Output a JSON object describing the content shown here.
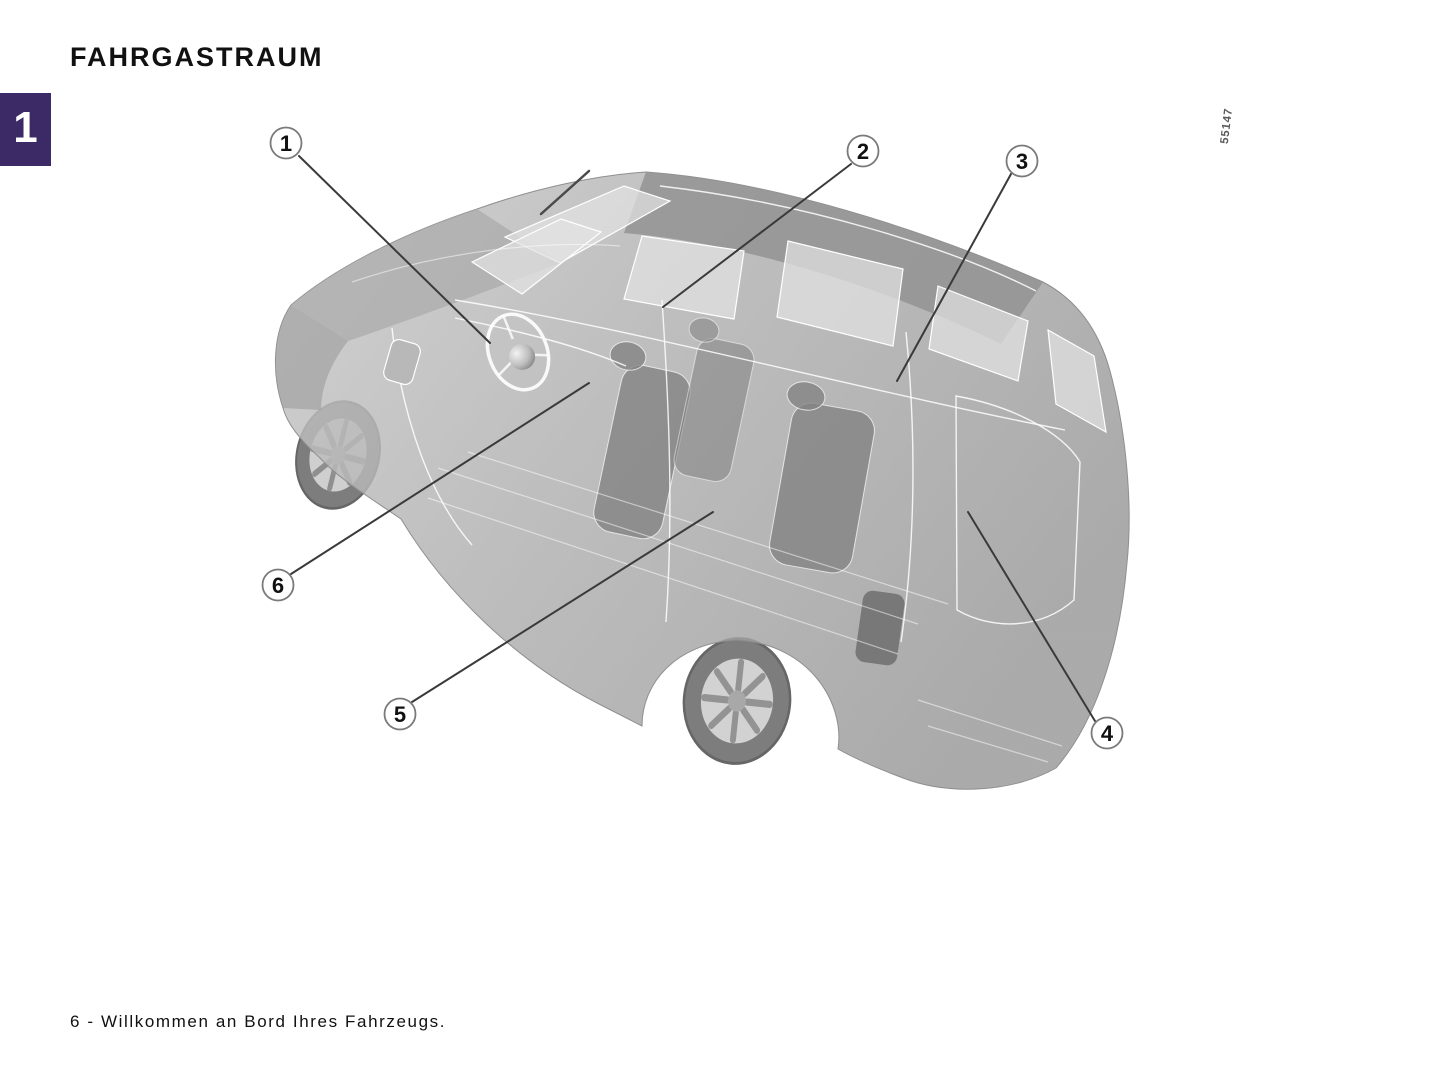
{
  "page": {
    "title": "FAHRGASTRAUM",
    "chapter_tab": "1",
    "figure_code": "55147",
    "footer": "6 - Willkommen an Bord Ihres Fahrzeugs."
  },
  "figure": {
    "callouts": [
      {
        "label": "1"
      },
      {
        "label": "2"
      },
      {
        "label": "3"
      },
      {
        "label": "4"
      },
      {
        "label": "5"
      },
      {
        "label": "6"
      }
    ]
  },
  "colors": {
    "accent_purple": "#3b2a66",
    "leader_line": "#3a3a3a",
    "figure_code_gray": "#5a5a5a"
  }
}
